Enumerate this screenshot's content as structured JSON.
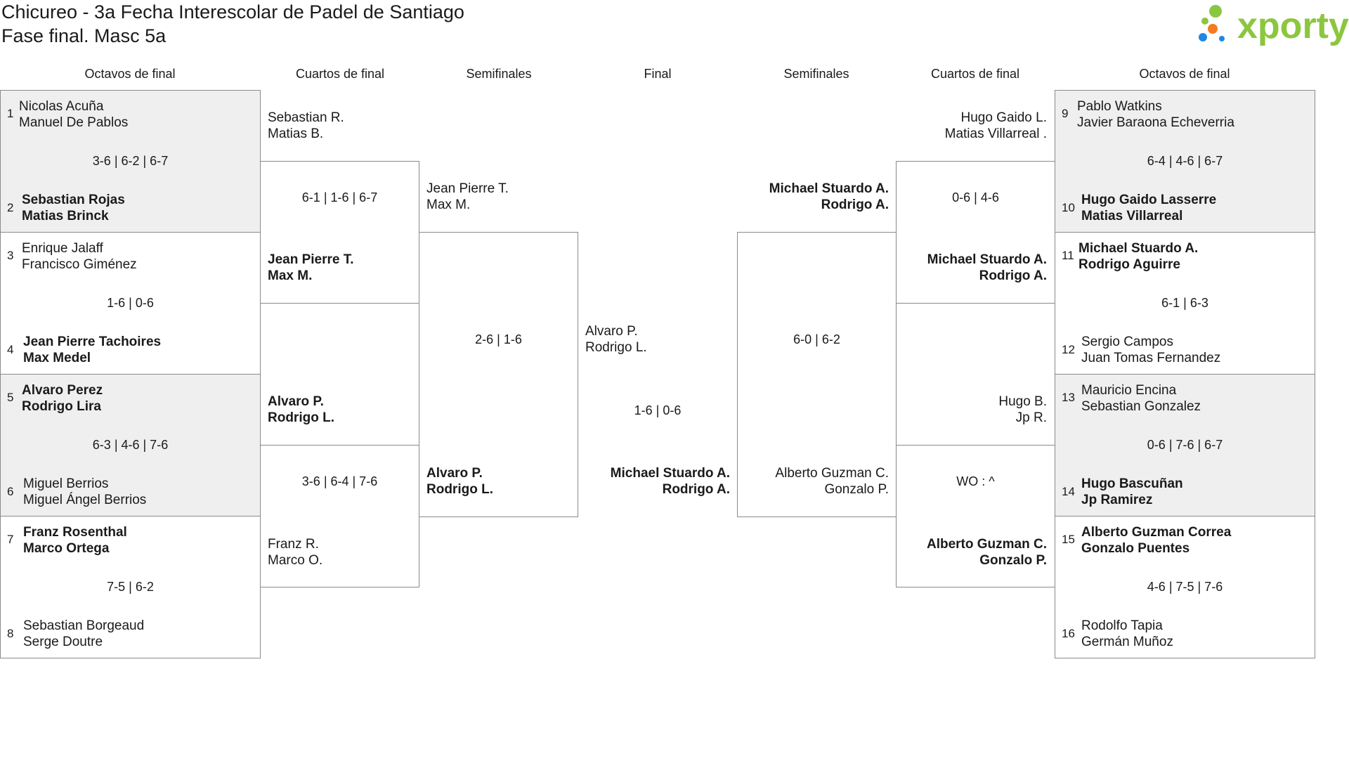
{
  "title": "Chicureo - 3a Fecha Interescolar de Padel de Santiago",
  "subtitle": "Fase final. Masc 5a",
  "logo": {
    "text": "xporty",
    "icon": "xporty-dots-icon"
  },
  "rounds": {
    "octavos": "Octavos de final",
    "cuartos": "Cuartos de final",
    "semis": "Semifinales",
    "final": "Final"
  },
  "left_octavos": [
    {
      "a_seed": "1",
      "a1": "Nicolas Acuña",
      "a2": "Manuel De Pablos",
      "score": "3-6 | 6-2 | 6-7",
      "b_seed": "2",
      "b1": "Sebastian Rojas",
      "b2": "Matias Brinck"
    },
    {
      "a_seed": "3",
      "a1": "Enrique Jalaff",
      "a2": "Francisco Giménez",
      "score": "1-6 | 0-6",
      "b_seed": "4",
      "b1": "Jean Pierre Tachoires",
      "b2": "Max Medel"
    },
    {
      "a_seed": "5",
      "a1": "Alvaro Perez",
      "a2": "Rodrigo Lira",
      "score": "6-3 | 4-6 | 7-6",
      "b_seed": "6",
      "b1": "Miguel Berrios",
      "b2": "Miguel Ángel Berrios"
    },
    {
      "a_seed": "7",
      "a1": "Franz Rosenthal",
      "a2": "Marco Ortega",
      "score": "7-5 | 6-2",
      "b_seed": "8",
      "b1": "Sebastian Borgeaud",
      "b2": "Serge Doutre"
    }
  ],
  "right_octavos": [
    {
      "a_seed": "9",
      "a1": "Pablo Watkins",
      "a2": "Javier Baraona Echeverria",
      "score": "6-4 | 4-6 | 6-7",
      "b_seed": "10",
      "b1": "Hugo Gaido Lasserre",
      "b2": "Matias Villarreal"
    },
    {
      "a_seed": "11",
      "a1": "Michael Stuardo A.",
      "a2": "Rodrigo Aguirre",
      "score": "6-1 | 6-3",
      "b_seed": "12",
      "b1": "Sergio Campos",
      "b2": "Juan Tomas Fernandez"
    },
    {
      "a_seed": "13",
      "a1": "Mauricio Encina",
      "a2": "Sebastian Gonzalez",
      "score": "0-6 | 7-6 | 6-7",
      "b_seed": "14",
      "b1": "Hugo Bascuñan",
      "b2": "Jp Ramirez"
    },
    {
      "a_seed": "15",
      "a1": "Alberto Guzman Correa",
      "a2": "Gonzalo Puentes",
      "score": "4-6 | 7-5 | 7-6",
      "b_seed": "16",
      "b1": "Rodolfo Tapia",
      "b2": "Germán Muñoz"
    }
  ],
  "left_cuartos": [
    {
      "a1": "Sebastian R.",
      "a2": "Matias B.",
      "score": "6-1 | 1-6 | 6-7",
      "b1": "Jean Pierre T.",
      "b2": "Max M."
    },
    {
      "a1": "Alvaro P.",
      "a2": "Rodrigo L.",
      "score": "3-6 | 6-4 | 7-6",
      "b1": "Franz R.",
      "b2": "Marco O."
    }
  ],
  "right_cuartos": [
    {
      "a1": "Hugo Gaido L.",
      "a2": "Matias Villarreal .",
      "score": "0-6 | 4-6",
      "b1": "Michael Stuardo A.",
      "b2": "Rodrigo A."
    },
    {
      "a1": "Hugo B.",
      "a2": "Jp R.",
      "score": "WO : ^",
      "b1": "Alberto Guzman C.",
      "b2": "Gonzalo P."
    }
  ],
  "left_semi": {
    "a1": "Jean Pierre T.",
    "a2": "Max M.",
    "score": "2-6 | 1-6",
    "b1": "Alvaro P.",
    "b2": "Rodrigo L."
  },
  "right_semi": {
    "a1": "Michael Stuardo A.",
    "a2": "Rodrigo A.",
    "score": "6-0 | 6-2",
    "b1": "Alberto Guzman C.",
    "b2": "Gonzalo P."
  },
  "final": {
    "a1": "Alvaro P.",
    "a2": "Rodrigo L.",
    "score": "1-6 | 0-6",
    "b1": "Michael Stuardo A.",
    "b2": "Rodrigo A."
  }
}
